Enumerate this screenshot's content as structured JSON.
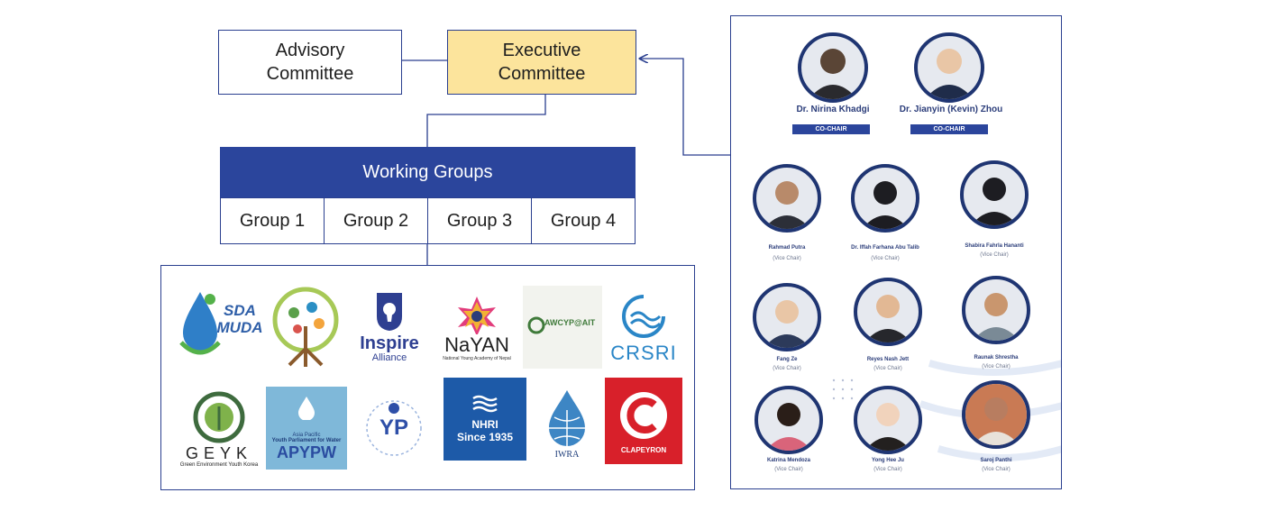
{
  "committees": {
    "advisory": "Advisory\nCommittee",
    "executive": "Executive\nCommittee"
  },
  "working_groups": {
    "header": "Working Groups",
    "groups": [
      "Group 1",
      "Group 2",
      "Group 3",
      "Group 4"
    ]
  },
  "logos": {
    "sda_muda": "SDA MUDA",
    "anhs": "",
    "inspire": "Inspire",
    "inspire_sub": "Alliance",
    "nayan": "NaYAN",
    "nayan_sub": "National Young Academy of Nepal",
    "awcyp": "AWCYP@AIT",
    "crsri": "CRSRI",
    "geyk": "GEYK",
    "geyk_sub": "Green Environment Youth Korea",
    "apypw_small": "Asia Pacific",
    "apypw_mid": "Youth Parliament for Water",
    "apypw": "APYPW",
    "yp": "YP",
    "nhri": "NHRI",
    "nhri_sub": "Since 1935",
    "iwra": "IWRA",
    "clapeyron": "CLAPEYRON"
  },
  "people": {
    "co_chairs": [
      {
        "name": "Dr. Nirina Khadgi",
        "role": "CO-CHAIR"
      },
      {
        "name": "Dr. Jianyin (Kevin) Zhou",
        "role": "CO-CHAIR"
      }
    ],
    "vice_chairs": [
      {
        "name": "Rahmad Putra",
        "role": "(Vice Chair)"
      },
      {
        "name": "Dr. Iffah Farhana Abu Talib",
        "role": "(Vice Chair)"
      },
      {
        "name": "Shabira Fahrla Hananti",
        "role": "(Vice Chair)"
      },
      {
        "name": "Fang Ze",
        "role": "(Vice Chair)"
      },
      {
        "name": "Reyes Nash Jett",
        "role": "(Vice Chair)"
      },
      {
        "name": "Raunak Shrestha",
        "role": "(Vice Chair)"
      },
      {
        "name": "Katrina Mendoza",
        "role": "(Vice Chair)"
      },
      {
        "name": "Yong Hee Ju",
        "role": "(Vice Chair)"
      },
      {
        "name": "Saroj Panthi",
        "role": "(Vice Chair)"
      }
    ]
  },
  "colors": {
    "navy": "#2b459c",
    "executive_fill": "#fce49c",
    "avatar_ring": "#1f3572"
  }
}
